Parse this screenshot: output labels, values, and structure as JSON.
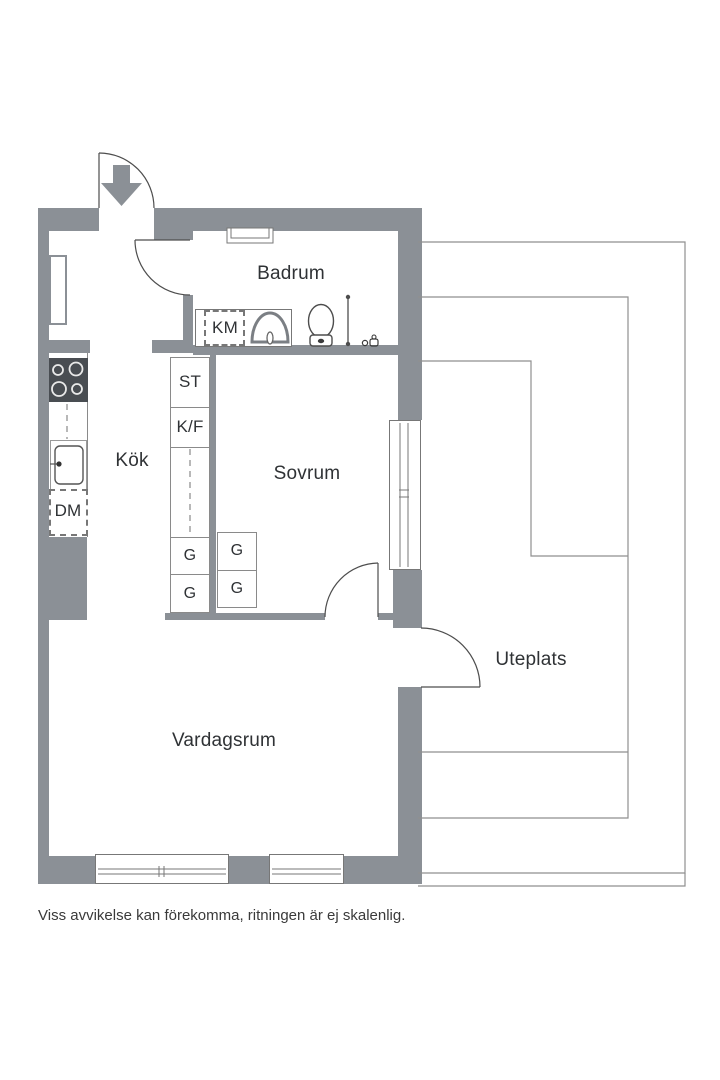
{
  "floorplan": {
    "rooms": {
      "badrum": "Badrum",
      "kok": "Kök",
      "sovrum": "Sovrum",
      "vardagsrum": "Vardagsrum",
      "uteplats": "Uteplats"
    },
    "fixtures": {
      "km": "KM",
      "dm": "DM",
      "st": "ST",
      "kf": "K/F",
      "g": "G"
    },
    "disclaimer": "Viss avvikelse kan förekomma, ritningen är ej skalenlig.",
    "colors": {
      "wall": "#8b9096",
      "thin_line": "#8f8f8f",
      "stroke": "#4d4d4d",
      "stove": "#494d52",
      "text": "#2f3235"
    }
  }
}
